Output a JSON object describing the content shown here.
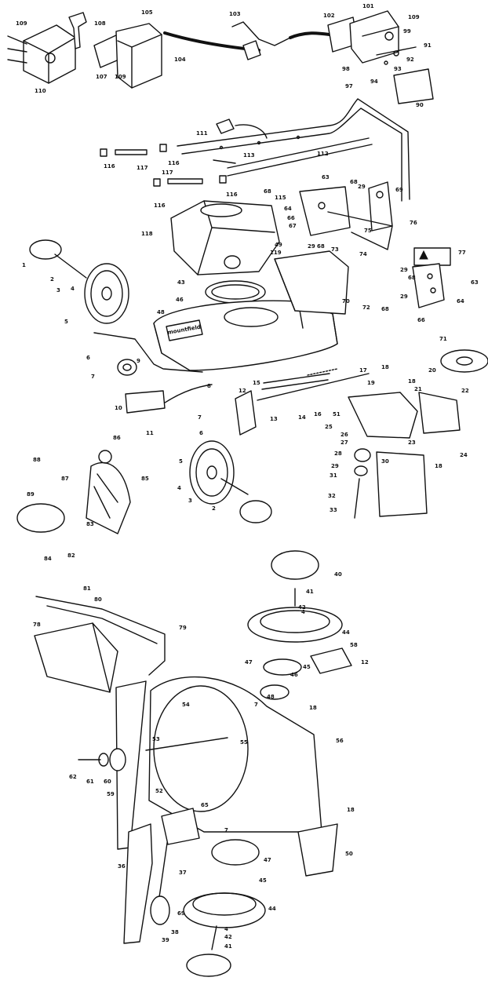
{
  "decal_lettering": "mountfield",
  "callouts": [
    {
      "id": "c109a",
      "text": "109"
    },
    {
      "id": "c110",
      "text": "110"
    },
    {
      "id": "c108",
      "text": "108"
    },
    {
      "id": "c107",
      "text": "107"
    },
    {
      "id": "c109b",
      "text": "109"
    },
    {
      "id": "c105",
      "text": "105"
    },
    {
      "id": "c104",
      "text": "104"
    },
    {
      "id": "c103",
      "text": "103"
    },
    {
      "id": "c102",
      "text": "102"
    },
    {
      "id": "c101",
      "text": "101"
    },
    {
      "id": "c109c",
      "text": "109"
    },
    {
      "id": "c99",
      "text": "99"
    },
    {
      "id": "c91",
      "text": "91"
    },
    {
      "id": "c92",
      "text": "92"
    },
    {
      "id": "c93",
      "text": "93"
    },
    {
      "id": "c94",
      "text": "94"
    },
    {
      "id": "c98",
      "text": "98"
    },
    {
      "id": "c97",
      "text": "97"
    },
    {
      "id": "c90",
      "text": "90"
    },
    {
      "id": "c111",
      "text": "111"
    },
    {
      "id": "c112",
      "text": "112"
    },
    {
      "id": "c113",
      "text": "113"
    },
    {
      "id": "c116a",
      "text": "116"
    },
    {
      "id": "c117a",
      "text": "117"
    },
    {
      "id": "c116b",
      "text": "116"
    },
    {
      "id": "c117b",
      "text": "117"
    },
    {
      "id": "c116c",
      "text": "116"
    },
    {
      "id": "c116d",
      "text": "116"
    },
    {
      "id": "c68a",
      "text": "68"
    },
    {
      "id": "c115",
      "text": "115"
    },
    {
      "id": "c63a",
      "text": "63"
    },
    {
      "id": "c68b",
      "text": "68"
    },
    {
      "id": "c29a",
      "text": "29"
    },
    {
      "id": "c69a",
      "text": "69"
    },
    {
      "id": "c64a",
      "text": "64"
    },
    {
      "id": "c66a",
      "text": "66"
    },
    {
      "id": "c67",
      "text": "67"
    },
    {
      "id": "c76",
      "text": "76"
    },
    {
      "id": "c75",
      "text": "75"
    },
    {
      "id": "c29b",
      "text": "29"
    },
    {
      "id": "c68c",
      "text": "68"
    },
    {
      "id": "c73",
      "text": "73"
    },
    {
      "id": "c74",
      "text": "74"
    },
    {
      "id": "c118",
      "text": "118"
    },
    {
      "id": "c49",
      "text": "49"
    },
    {
      "id": "c119",
      "text": "119"
    },
    {
      "id": "c77",
      "text": "77"
    },
    {
      "id": "c29c",
      "text": "29"
    },
    {
      "id": "c68d",
      "text": "68"
    },
    {
      "id": "c63b",
      "text": "63"
    },
    {
      "id": "c64b",
      "text": "64"
    },
    {
      "id": "c66b",
      "text": "66"
    },
    {
      "id": "c1",
      "text": "1"
    },
    {
      "id": "c2a",
      "text": "2"
    },
    {
      "id": "c3a",
      "text": "3"
    },
    {
      "id": "c4a",
      "text": "4"
    },
    {
      "id": "c5a",
      "text": "5"
    },
    {
      "id": "c43",
      "text": "43"
    },
    {
      "id": "c46",
      "text": "46"
    },
    {
      "id": "c48a",
      "text": "48"
    },
    {
      "id": "c70",
      "text": "70"
    },
    {
      "id": "c72",
      "text": "72"
    },
    {
      "id": "c68e",
      "text": "68"
    },
    {
      "id": "c29d",
      "text": "29"
    },
    {
      "id": "c71",
      "text": "71"
    },
    {
      "id": "c6a",
      "text": "6"
    },
    {
      "id": "c7a",
      "text": "7"
    },
    {
      "id": "c9",
      "text": "9"
    },
    {
      "id": "c8",
      "text": "8"
    },
    {
      "id": "c17",
      "text": "17"
    },
    {
      "id": "c18a",
      "text": "18"
    },
    {
      "id": "c19",
      "text": "19"
    },
    {
      "id": "c15",
      "text": "15"
    },
    {
      "id": "c12a",
      "text": "12"
    },
    {
      "id": "c13",
      "text": "13"
    },
    {
      "id": "c14",
      "text": "14"
    },
    {
      "id": "c16",
      "text": "16"
    },
    {
      "id": "c20",
      "text": "20"
    },
    {
      "id": "c18b",
      "text": "18"
    },
    {
      "id": "c21",
      "text": "21"
    },
    {
      "id": "c22",
      "text": "22"
    },
    {
      "id": "c10",
      "text": "10"
    },
    {
      "id": "c11",
      "text": "11"
    },
    {
      "id": "c7b",
      "text": "7"
    },
    {
      "id": "c6b",
      "text": "6"
    },
    {
      "id": "c51",
      "text": "51"
    },
    {
      "id": "c25",
      "text": "25"
    },
    {
      "id": "c26",
      "text": "26"
    },
    {
      "id": "c27",
      "text": "27"
    },
    {
      "id": "c28",
      "text": "28"
    },
    {
      "id": "c29e",
      "text": "29"
    },
    {
      "id": "c30",
      "text": "30"
    },
    {
      "id": "c31",
      "text": "31"
    },
    {
      "id": "c32",
      "text": "32"
    },
    {
      "id": "c33",
      "text": "33"
    },
    {
      "id": "c23",
      "text": "23"
    },
    {
      "id": "c24",
      "text": "24"
    },
    {
      "id": "c18c",
      "text": "18"
    },
    {
      "id": "c5b",
      "text": "5"
    },
    {
      "id": "c4b",
      "text": "4"
    },
    {
      "id": "c3b",
      "text": "3"
    },
    {
      "id": "c2b",
      "text": "2"
    },
    {
      "id": "c88",
      "text": "88"
    },
    {
      "id": "c86",
      "text": "86"
    },
    {
      "id": "c87",
      "text": "87"
    },
    {
      "id": "c85",
      "text": "85"
    },
    {
      "id": "c89",
      "text": "89"
    },
    {
      "id": "c83",
      "text": "83"
    },
    {
      "id": "c84",
      "text": "84"
    },
    {
      "id": "c82",
      "text": "82"
    },
    {
      "id": "c81",
      "text": "81"
    },
    {
      "id": "c80",
      "text": "80"
    },
    {
      "id": "c40a",
      "text": "40"
    },
    {
      "id": "c41a",
      "text": "41"
    },
    {
      "id": "c42a",
      "text": "42"
    },
    {
      "id": "c4c",
      "text": "4"
    },
    {
      "id": "c44a",
      "text": "44"
    },
    {
      "id": "c78",
      "text": "78"
    },
    {
      "id": "c79",
      "text": "79"
    },
    {
      "id": "c58",
      "text": "58"
    },
    {
      "id": "c12b",
      "text": "12"
    },
    {
      "id": "c47a",
      "text": "47"
    },
    {
      "id": "c45a",
      "text": "45"
    },
    {
      "id": "c46b",
      "text": "46"
    },
    {
      "id": "c54",
      "text": "54"
    },
    {
      "id": "c48b",
      "text": "48"
    },
    {
      "id": "c7c",
      "text": "7"
    },
    {
      "id": "c18d",
      "text": "18"
    },
    {
      "id": "c56",
      "text": "56"
    },
    {
      "id": "c53",
      "text": "53"
    },
    {
      "id": "c55",
      "text": "55"
    },
    {
      "id": "c62",
      "text": "62"
    },
    {
      "id": "c61",
      "text": "61"
    },
    {
      "id": "c60",
      "text": "60"
    },
    {
      "id": "c59",
      "text": "59"
    },
    {
      "id": "c52",
      "text": "52"
    },
    {
      "id": "c65",
      "text": "65"
    },
    {
      "id": "c18e",
      "text": "18"
    },
    {
      "id": "c7d",
      "text": "7"
    },
    {
      "id": "c47b",
      "text": "47"
    },
    {
      "id": "c50",
      "text": "50"
    },
    {
      "id": "c36",
      "text": "36"
    },
    {
      "id": "c37",
      "text": "37"
    },
    {
      "id": "c45b",
      "text": "45"
    },
    {
      "id": "c44b",
      "text": "44"
    },
    {
      "id": "c69b",
      "text": "69"
    },
    {
      "id": "c38",
      "text": "38"
    },
    {
      "id": "c39",
      "text": "39"
    },
    {
      "id": "c4d",
      "text": "4"
    },
    {
      "id": "c42b",
      "text": "42"
    },
    {
      "id": "c41b",
      "text": "41"
    }
  ]
}
